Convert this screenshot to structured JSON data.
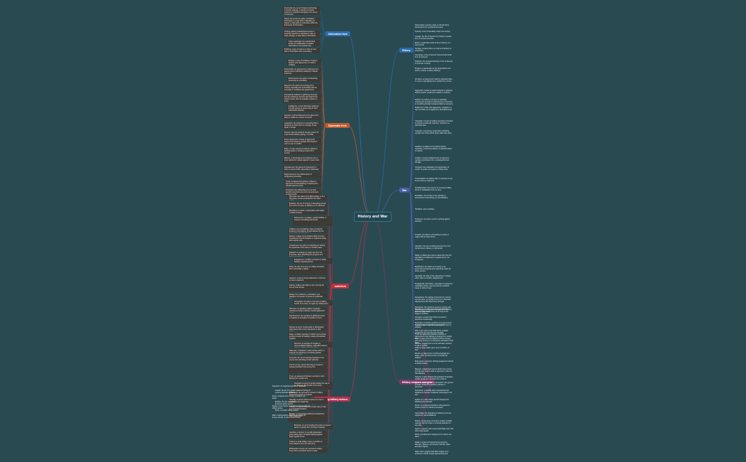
{
  "central": {
    "label": "History and War"
  },
  "colors": {
    "background": "#2a4a52",
    "information": "#2e6fb0",
    "diplomatic": "#c05a2e",
    "war": "#4a5fa8",
    "history": "#2a6aa8",
    "battlefield": "#c0303a",
    "military": "#7a3a6a",
    "describing": "#b83050"
  },
  "branches": {
    "information_from": {
      "label": "Information from",
      "items": [
        "Intermedia: the use of computer technology to disrupt, damage, or destroy computer systems or networks belonging to an enemy or opponent.",
        "Hybrid: the pursuit of reality. A hacktivist / information in a way that is misleading or biased, or that leads to incomplete within the framework of information.",
        "Hunting: gaining unauthorized access to computer systems or networks in order to steal, damage, or alter data or information.",
        "Cyber espionage: the unauthorized access of confidential or sensitive information in an invasive way.",
        "Phishing: a type of scheme to trick or coax data or information about something."
      ]
    },
    "diplomatic_from": {
      "label": "Diplomatic from",
      "items": [
        "Besiege: a way of breaking or trying to break a close agreement, or make it unstable.",
        "Protectorate: an agreement or settlement of a dispute that is sufficiently satisfying. Political protection.",
        "Endorsement: the action of restraining, pressuring or controlling.",
        "Alignment: the action of removing one's country, especially into a friendship with the sovereign or conditions the government.",
        "International relations: a gathering of people who are working to promote and support the nations at war, often to negotiate a peace or treaty.",
        "Intelligence: secret information gathered through spying, by spies using or other clandestine activities.",
        "Sanction: a formal statement to be planned to allow or enable at a source of events.",
        "Geopolitics: the tendency to something that a disruption in which there is a danger of war, spiral, or threat.",
        "Detente: when its products develop expect for a period with without getting, or trouble.",
        "Peace agreement: a treaty or agreement between two states or groups that brings an end to a war or conflict.",
        "Entity: a treaty meeting of nations relating to political parties or bringing support for a country.",
        "Alliance: a formal agreement between two or more nations for mutual support in case of war.",
        "Appeasement: the giving of concessions in order to avoid conflict, especially in diplomacy.",
        "Rapprochement: the official action of recognizing something.",
        "Treaty: an agreement between nations in agreement to avoid fighting or arguing for a specified period of time.",
        "Annulment: the official way an to set that specific instructions are not to be at present, or agreements."
      ]
    },
    "battlefield": {
      "label": "battlefield",
      "items": [
        "Blue team: the name of an allied soldier, or of a Ally group, to have participants from 'Blue' teams.",
        "Buildings: the act of moving or attempting around from unit to an area, to advance or in ordinance.",
        "Bloodshed: to attack, confrontation with battles or battle stresses.",
        "Defense line: a position, usually fortified, or rooted in something that blocks.",
        "Civilians: non-combatants, those not directly involved in the fighting, though affected by the war and its consequences.",
        "Division: a large unit of soldiers within an army, consisting of several brigades or regiments along with support units.",
        "Containment: the policy of restraining or limiting the expansion of an enemy or hostile power.",
        "Dispatch: a message or report sent from the front lines, often describing the progress of a battle or campaign.",
        "Engagement: a military encounter or battle between opposing forces.",
        "Flank: the side of an army or military formation, often vulnerable to attack.",
        "Garrison: a body of troops stationed in a fortress or town to defend it.",
        "Infantry: soldiers who fight on foot, forming the core of most armies.",
        "Morale: the confidence, enthusiasm, and discipline of a person or group at a particular time.",
        "Occupation: the action or process of taking control of a country or region by military force.",
        "Offensive: an attacking military campaign intended to achieve decisive results against the enemy.",
        "Reinforcement: the sending of additional troops or supplies to strengthen a position or force.",
        "Retreat: an act of moving back or withdrawing when faced with enemy superiority or after defeat.",
        "Siege: a military operation in which enemy forces surround a town or building, cutting off essential supplies.",
        "Skirmish: an episode of irregular or unpremeditated fighting, especially between small or outlying parts of armies.",
        "Stalemate: a situation in which further action or progress by opposing or competing parties seems impossible.",
        "Surrender: the act of stopping resistance to an enemy and submitting to their authority.",
        "Trench: a long, narrow ditch dug by troops to provide protection from enemy fire.",
        "Truce: an agreement between enemies to stop fighting for a certain time.",
        "Vanguard: a group of people leading the way in an advance, the forefront of an army.",
        "Withdrawal: the removal or retreat of military forces from a place or position.",
        "Casualty: a person killed or injured in a war or accident.",
        "Ambush: a surprise attack by people lying in wait in a concealed position.",
        "Barrage: a concentrated artillery bombardment over a wide area.",
        "Blockade: an act of sealing off a place to prevent goods or people from entering or leaving.",
        "Guerrilla: a member of a small independent group taking part in irregular fighting against larger regular forces.",
        "Outpost: a small military camp or position at some distance from the main army.",
        "Withdrawal of troops: the removal of military forces from a particular area or region."
      ]
    },
    "describing": {
      "label": "Describing military actions",
      "items": [
        "Operation: an organized activity or campaign.",
        "Assault: the act of a sudden attack or forcing of a strong defended position.",
        "Sortie: a deployment of ships or troops in an attack.",
        "Mobilize: the act of preparing and organizing troops for active service.",
        "Deploy: move troops or equipment into position for military action.",
        "Strike: a sudden military attack.",
        "Raid: a rapid surprise attack on an enemy by troops, aircraft, or other armed forces."
      ]
    },
    "history": {
      "label": "History",
      "items": [
        "Descendant: a person, plant, or animal that is descended from a particular ancestor.",
        "Dynasty: a line of hereditary rulers of a country.",
        "Lineage: the line of descent of a family or people from a common ancestor.",
        "Epoch: a particular period of time in history or a person's life.",
        "Heritage: property that is or may be inherited; an inheritance.",
        "Genealogy: a line of descent traced continuously from an ancestor.",
        "Pedigree: the recorded ancestry or line of descent of a person or family.",
        "Progeny: a descendant or the descendants of a person, animal, or plant; offspring."
      ]
    },
    "war": {
      "label": "War",
      "items": [
        "Armistice: an agreement made by opposing sides in a war to stop fighting for a certain time; a truce.",
        "Aggression: hostile or violent behavior or attitudes toward another; readiness to attack or confront.",
        "Attrition: the action or process of gradually reducing the strength or effectiveness of someone or something through sustained attack or pressure.",
        "Belligerent: hostile and aggressive; engaged in a war or conflict, as recognized by international law.",
        "Campaign: a series of military operations intended to achieve a particular objective, confined to a particular area.",
        "Ceasefire: a temporary suspension of fighting, typically one during which peace talks take place.",
        "Coalition: an alliance for combined action, especially a temporary alliance of political parties or nations.",
        "Conflict: a serious disagreement or argument, typically a protracted one; a prolonged armed struggle.",
        "Conquest: the subjugation and assumption of control of a place or people by military force.",
        "Counterattack: an attack made in response to one by an enemy or opponent.",
        "Demilitarization: the process of removing military forces or installations from an area.",
        "Escalation: an increase in the intensity or seriousness of something; an intensification.",
        "Hostilities: acts of warfare.",
        "Insurgency: an active revolt or uprising against authority.",
        "Invasion: an instance of invading a country or region with an armed force.",
        "Liberation: the act of setting someone free from imprisonment, slavery, or oppression.",
        "Militia: a military force that is raised from the civil population to supplement a regular army in an emergency.",
        "Mobilization: the action of a country or its government preparing and organizing troops for active service.",
        "Neutrality: the state of not supporting or helping either side in a conflict, disagreement.",
        "Propaganda: information, especially of a biased or misleading nature, used to promote a political cause or point of view.",
        "Reparations: the making of amends for a wrong one has done, by paying money to or otherwise helping those who have been wronged.",
        "Resistance: the refusal to accept or comply with something; an underground organization fighting an occupying power.",
        "Revolution: a forcible overthrow of a government or social order in favor of a new system.",
        "Truce: an agreement between enemies or opponents to stop fighting or arguing for a certain time.",
        "Warfare: engagement in or the activities involved in war or conflict."
      ]
    },
    "military": {
      "label": "Military weapons and gear",
      "items": [
        "Machine gun: a fully automatic gun that fires bullets in rapid succession for as long as the trigger is pressed.",
        "Grenade: a small bomb thrown by hand or launched mechanically.",
        "Helmet: a hard or padded protective hat worn by soldiers.",
        "Rifle: a gun with a long rifled barrel, typically designed to be fired from the shoulder.",
        "Tank: a heavy armored fighting vehicle carrying guns and moving on a continuous articulated metal track.",
        "Artillery: large-caliber guns used in warfare on land.",
        "Missile: an object that is forcibly propelled at a target, either by hand or from a mechanical weapon.",
        "Body armor: protective clothing designed to absorb or deflect bullets.",
        "Bayonet: a blade that may be fixed to the muzzle of a rifle and used to stab an opponent in hand-to-hand fighting.",
        "Torpedo: a cigar-shaped self-propelled underwater missile designed to be fired from a ship or submarine.",
        "Mine: an explosive device concealed in the ground or water, designed to destroy vehicles or personnel.",
        "Submarine: a warship with a streamlined hull designed to operate completely submerged in the sea.",
        "Fighter jet: a fast military aircraft designed for attacking other aircraft.",
        "Drone: an unmanned aircraft or ship guided by remote control or onboard computers.",
        "Camouflage: the disguising of military personnel, equipment, and installations.",
        "Shield: a broad piece of metal or another suitable material, held by straps or a handle attached on one side.",
        "Sword: a weapon with a long metal blade and a hilt with a hand guard.",
        "Pistol: a small firearm designed to be held in one hand.",
        "Radar: a system for detecting the presence, direction, distance, and speed of aircraft, ships, and other objects.",
        "Night vision: goggles that allow images to be produced in levels of light approaching total darkness."
      ]
    }
  }
}
